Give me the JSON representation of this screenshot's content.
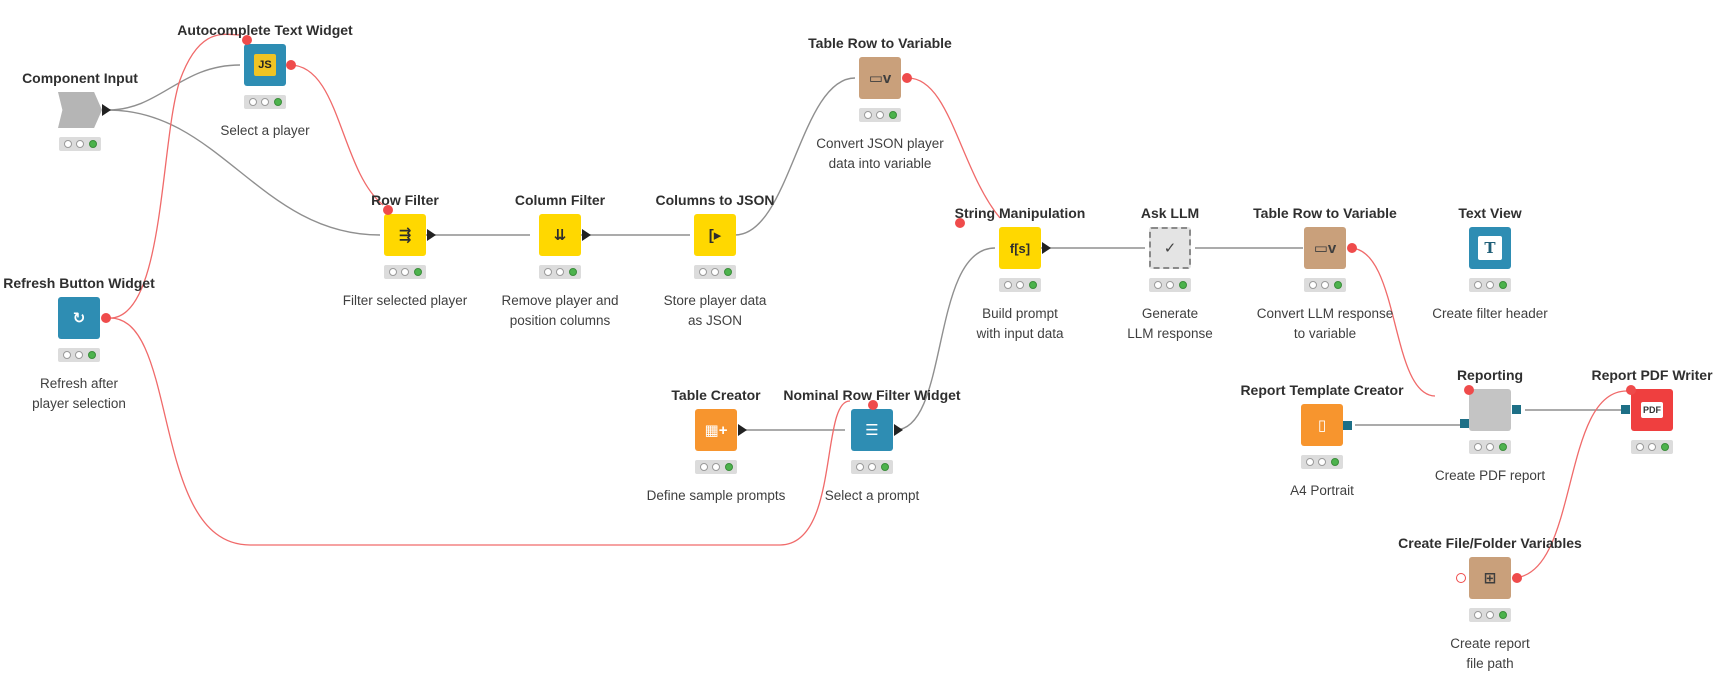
{
  "nodes": {
    "component_input": {
      "title": "Component Input",
      "desc": ""
    },
    "autocomplete": {
      "title": "Autocomplete Text Widget",
      "desc": "Select a player",
      "glyph": "JS"
    },
    "refresh": {
      "title": "Refresh Button Widget",
      "desc": "Refresh after\nplayer selection"
    },
    "row_filter": {
      "title": "Row Filter",
      "desc": "Filter selected player",
      "glyph": "⇶"
    },
    "column_filter": {
      "title": "Column Filter",
      "desc": "Remove player and\nposition columns",
      "glyph": "⇊"
    },
    "columns_json": {
      "title": "Columns to JSON",
      "desc": "Store player data\nas JSON",
      "glyph": "[▸"
    },
    "trv1": {
      "title": "Table Row to Variable",
      "desc": "Convert JSON player\ndata into variable",
      "glyph": "▭v"
    },
    "string_manip": {
      "title": "String Manipulation",
      "desc": "Build prompt\nwith input data",
      "glyph": "f[s]"
    },
    "ask_llm": {
      "title": "Ask LLM",
      "desc": "Generate\nLLM response",
      "glyph": "✓"
    },
    "trv2": {
      "title": "Table Row to Variable",
      "desc": "Convert LLM response\nto variable",
      "glyph": "▭v"
    },
    "text_view": {
      "title": "Text View",
      "desc": "Create filter header",
      "glyph": "T"
    },
    "table_creator": {
      "title": "Table Creator",
      "desc": "Define sample prompts",
      "glyph": "▦+"
    },
    "nominal": {
      "title": "Nominal Row Filter Widget",
      "desc": "Select a prompt",
      "glyph": "☰"
    },
    "report_template": {
      "title": "Report Template Creator",
      "desc": "A4 Portrait",
      "glyph": "▯"
    },
    "reporting": {
      "title": "Reporting",
      "desc": "Create PDF report"
    },
    "pdf_writer": {
      "title": "Report PDF Writer",
      "desc": "",
      "glyph": "PDF"
    },
    "file_vars": {
      "title": "Create File/Folder Variables",
      "desc": "Create report\nfile path",
      "glyph": "⊞"
    }
  },
  "colors": {
    "data_edge": "#8f8f8f",
    "flow_edge": "#f06a6a",
    "status_ok": "#4db34d"
  }
}
